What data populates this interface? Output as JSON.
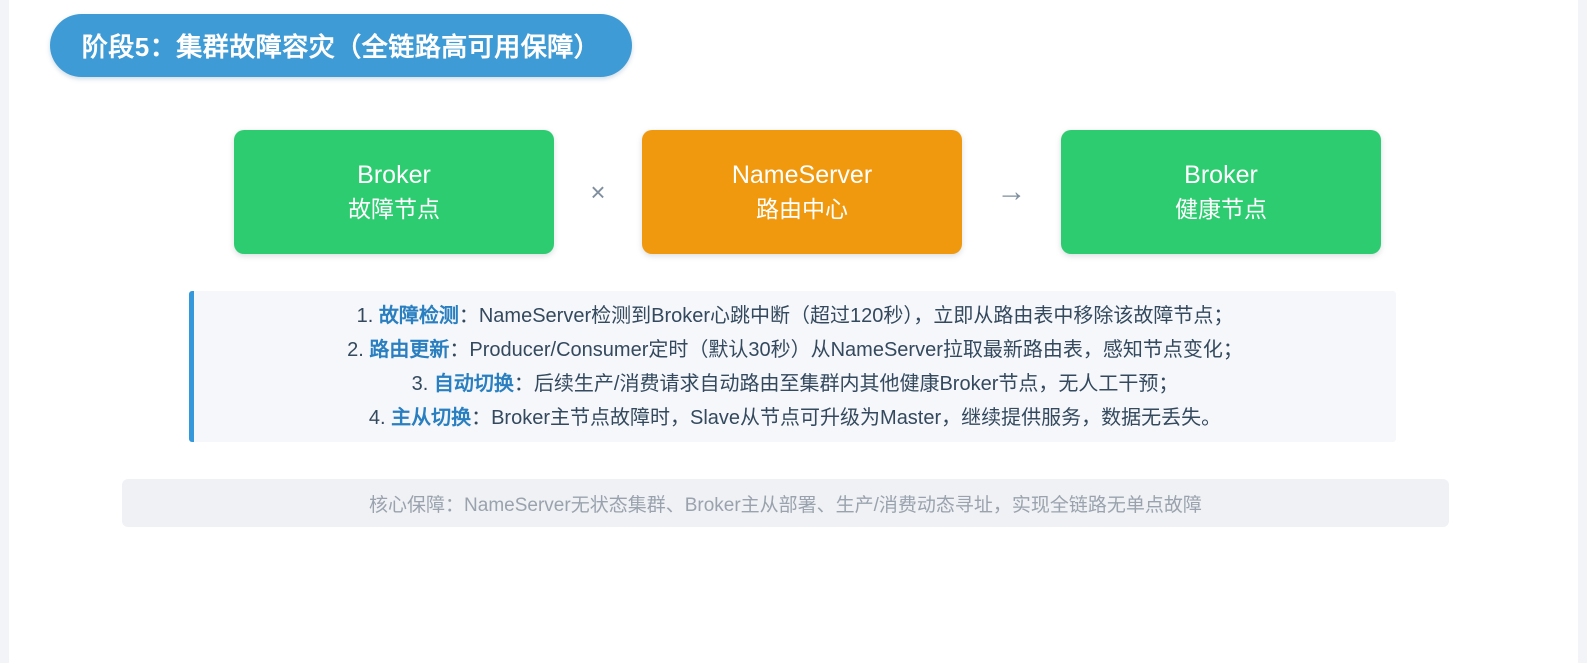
{
  "stage": {
    "title": "阶段5：集群故障容灾（全链路高可用保障）",
    "pill_color": "#3e9bd5"
  },
  "flow": {
    "nodes": [
      {
        "title": "Broker",
        "subtitle": "故障节点",
        "color": "#2ecc71",
        "kind": "green"
      },
      {
        "title": "NameServer",
        "subtitle": "路由中心",
        "color": "#f0990f",
        "kind": "orange"
      },
      {
        "title": "Broker",
        "subtitle": "健康节点",
        "color": "#2ecc71",
        "kind": "green"
      }
    ],
    "connectors": [
      {
        "glyph": "×",
        "name": "cross-icon"
      },
      {
        "glyph": "→",
        "name": "arrow-right-icon"
      }
    ],
    "connector_color": "#7f8f9e"
  },
  "details": {
    "accent_color": "#3498db",
    "background": "#f5f7fa",
    "items": [
      {
        "num": "1.",
        "key": "故障检测",
        "text": "：NameServer检测到Broker心跳中断（超过120秒），立即从路由表中移除该故障节点；"
      },
      {
        "num": "2.",
        "key": "路由更新",
        "text": "：Producer/Consumer定时（默认30秒）从NameServer拉取最新路由表，感知节点变化；"
      },
      {
        "num": "3.",
        "key": "自动切换",
        "text": "：后续生产/消费请求自动路由至集群内其他健康Broker节点，无人工干预；"
      },
      {
        "num": "4.",
        "key": "主从切换",
        "text": "：Broker主节点故障时，Slave从节点可升级为Master，继续提供服务，数据无丢失。"
      }
    ]
  },
  "footer": {
    "text": "核心保障：NameServer无状态集群、Broker主从部署、生产/消费动态寻址，实现全链路无单点故障",
    "background": "#eff1f5",
    "text_color": "#9aa3ad"
  }
}
